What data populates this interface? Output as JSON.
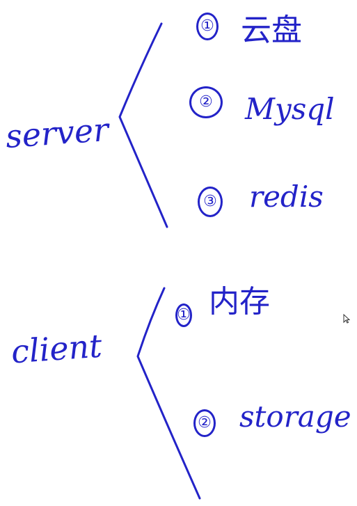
{
  "colors": {
    "ink": "#2323c8",
    "background": "#ffffff"
  },
  "groups": [
    {
      "label": "server",
      "items": [
        {
          "marker": "①",
          "text": "云盘"
        },
        {
          "marker": "②",
          "text": "Mysql"
        },
        {
          "marker": "③",
          "text": "redis"
        }
      ]
    },
    {
      "label": "client",
      "items": [
        {
          "marker": "①",
          "text": "内存"
        },
        {
          "marker": "②",
          "text": "storage"
        }
      ]
    }
  ],
  "cursor_icon": "mouse-pointer-icon"
}
